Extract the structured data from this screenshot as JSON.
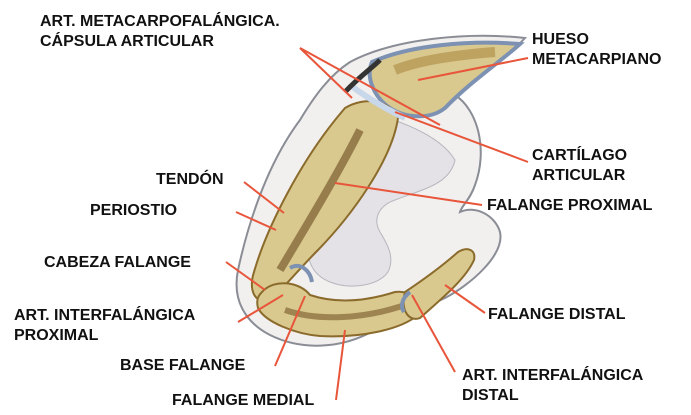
{
  "labels": {
    "art_metacarpofalangica_1": "ART. METACARPOFALÁNGICA.",
    "art_metacarpofalangica_2": "CÁPSULA ARTICULAR",
    "hueso_1": "HUESO",
    "hueso_2": "METACARPIANO",
    "cartilago_1": "CARTÍLAGO",
    "cartilago_2": "ARTICULAR",
    "tendon": "TENDÓN",
    "periostio": "PERIOSTIO",
    "falange_proximal": "FALANGE PROXIMAL",
    "cabeza_falange": "CABEZA FALANGE",
    "art_interfalangica_proximal_1": "ART. INTERFALÁNGICA",
    "art_interfalangica_proximal_2": "PROXIMAL",
    "falange_distal": "FALANGE DISTAL",
    "base_falange": "BASE FALANGE",
    "art_interfalangica_distal_1": "ART. INTERFALÁNGICA",
    "art_interfalangica_distal_2": "DISTAL",
    "falange_medial": "FALANGE MEDIAL"
  },
  "colors": {
    "leader_line": "#e8553a",
    "skin": "#f2f0ef",
    "skin_outline": "#8a8d95",
    "bone": "#d9c98f",
    "bone_dark": "#a8823a",
    "marrow": "#6b4b1e",
    "cartilage": "#c9d7ea",
    "capsule": "#7d92b3"
  }
}
